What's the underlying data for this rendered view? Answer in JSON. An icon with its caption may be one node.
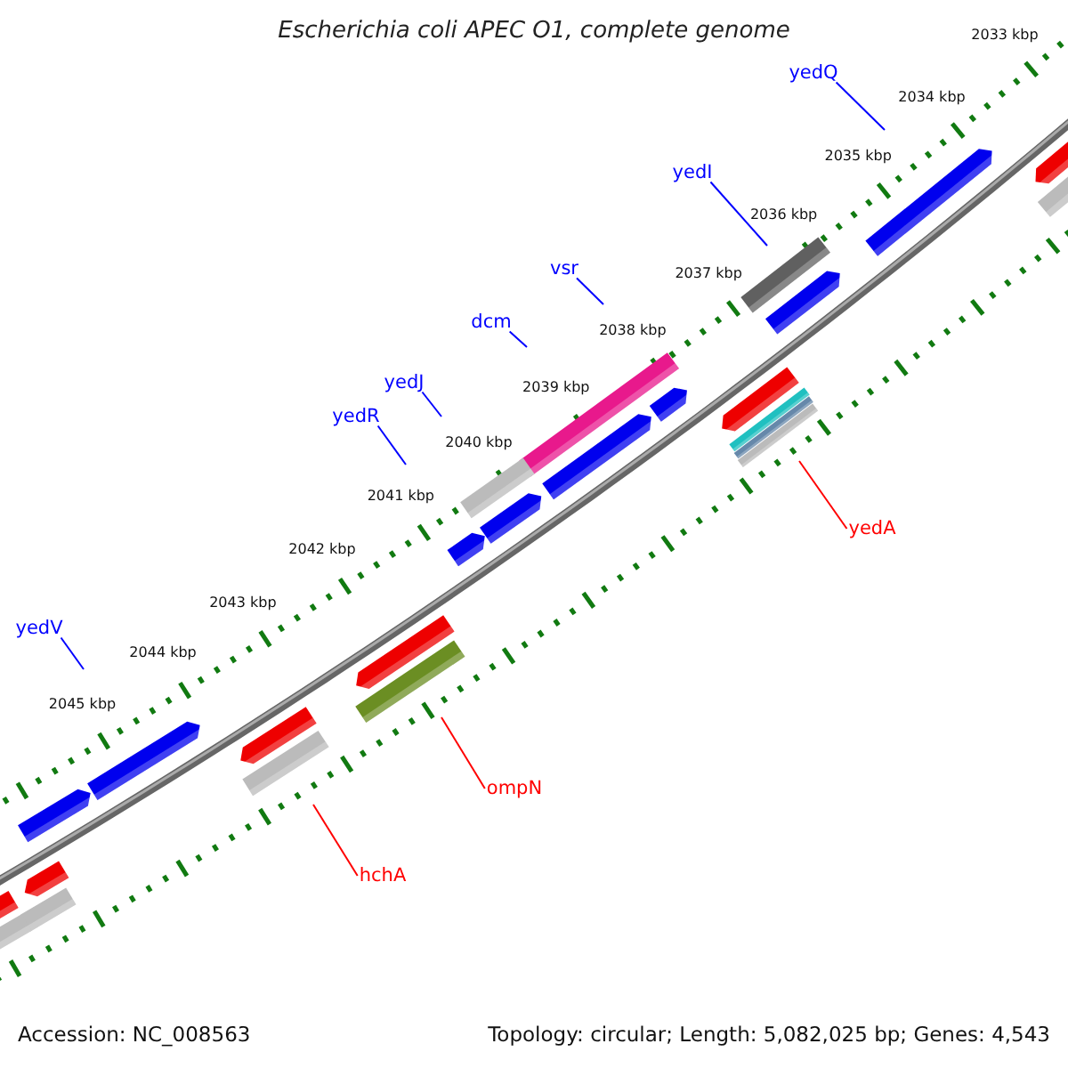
{
  "diagram": {
    "title": "Escherichia coli APEC O1, complete genome",
    "nodes": [
      {
        "text": [
          "yedQ"
        ]
      },
      {
        "text": [
          "yedI"
        ]
      },
      {
        "text": [
          "vsr"
        ]
      },
      {
        "text": [
          "dcm"
        ]
      },
      {
        "text": [
          "yedJ"
        ]
      },
      {
        "text": [
          "yedR"
        ]
      },
      {
        "text": [
          "yedA"
        ]
      },
      {
        "text": [
          "yedV"
        ]
      },
      {
        "text": [
          "ompN"
        ]
      },
      {
        "text": [
          "hchA"
        ]
      }
    ],
    "edges": [
      {
        "from": 0,
        "to": null,
        "arrow": "none"
      },
      {
        "from": 1,
        "to": null,
        "arrow": "none"
      },
      {
        "from": 2,
        "to": null,
        "arrow": "none"
      },
      {
        "from": 3,
        "to": null,
        "arrow": "none"
      },
      {
        "from": 4,
        "to": null,
        "arrow": "none"
      },
      {
        "from": 5,
        "to": null,
        "arrow": "none"
      },
      {
        "from": 6,
        "to": null,
        "arrow": "none",
        "color": "#ff0000"
      },
      {
        "from": 7,
        "to": null,
        "arrow": "none"
      },
      {
        "from": 8,
        "to": null,
        "arrow": "none",
        "color": "#ff0000"
      },
      {
        "from": 9,
        "to": null,
        "arrow": "none",
        "color": "#ff0000"
      }
    ],
    "labels": [
      "2033 kbp",
      "2034 kbp",
      "2035 kbp",
      "2036 kbp",
      "2037 kbp",
      "2038 kbp",
      "2039 kbp",
      "2040 kbp",
      "2041 kbp",
      "2042 kbp",
      "2043 kbp",
      "2044 kbp",
      "2045 kbp",
      "Accession: NC_008563",
      "Topology: circular; Length: 5,082,025 bp; Genes: 4,543"
    ]
  }
}
